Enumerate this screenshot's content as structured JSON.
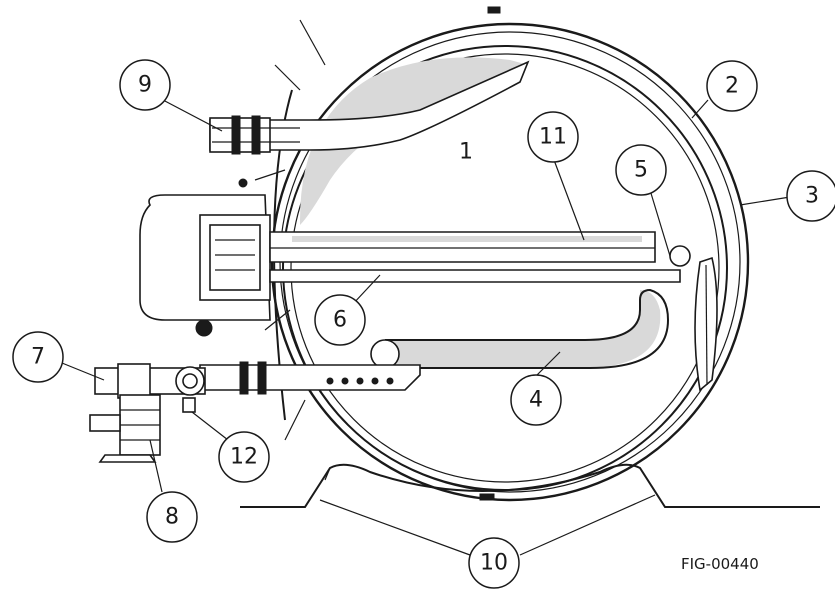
{
  "figure_id": "FIG-00440",
  "callouts": {
    "c1": "1",
    "c2": "2",
    "c3": "3",
    "c4": "4",
    "c5": "5",
    "c6": "6",
    "c7": "7",
    "c8": "8",
    "c9": "9",
    "c10": "10",
    "c11": "11",
    "c12": "12"
  },
  "colors": {
    "line": "#1a1a1a",
    "shade": "#d9d9d9",
    "background": "#ffffff"
  }
}
